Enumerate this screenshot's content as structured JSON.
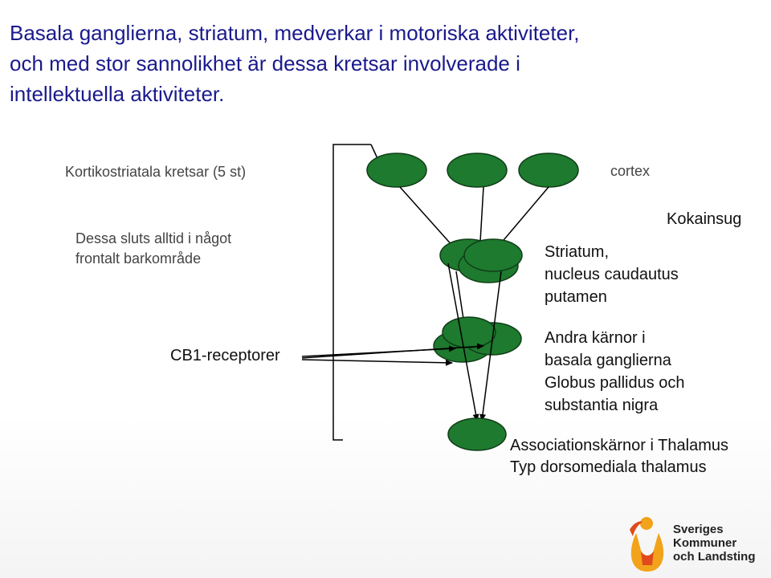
{
  "title": {
    "line1": "Basala ganglierna, striatum, medverkar i motoriska aktiviteter,",
    "line2": "och med stor sannolikhet är dessa kretsar involverade i",
    "line3": "intellektuella aktiviteter."
  },
  "labels": {
    "circuits": "Kortikostriatala kretsar (5 st)",
    "cortex": "cortex",
    "frontal_line1": "Dessa sluts alltid i något",
    "frontal_line2": "frontalt barkområde",
    "cocaine": "Kokainsug",
    "striatum_line1": "Striatum,",
    "striatum_line2": "nucleus caudautus",
    "striatum_line3": "putamen",
    "cb1": "CB1-receptorer",
    "other_line1": "Andra kärnor i",
    "other_line2": "basala ganglierna",
    "other_line3": "Globus pallidus och",
    "other_line4": "substantia nigra",
    "assoc_line1": "Associationskärnor i Thalamus",
    "assoc_line2": "Typ dorsomediala thalamus"
  },
  "logo": {
    "line1": "Sveriges",
    "line2": "Kommuner",
    "line3": "och Landsting"
  },
  "colors": {
    "node_fill": "#1e7a2e",
    "title": "#1a1a8c",
    "logo_orange": "#f2a31b"
  }
}
